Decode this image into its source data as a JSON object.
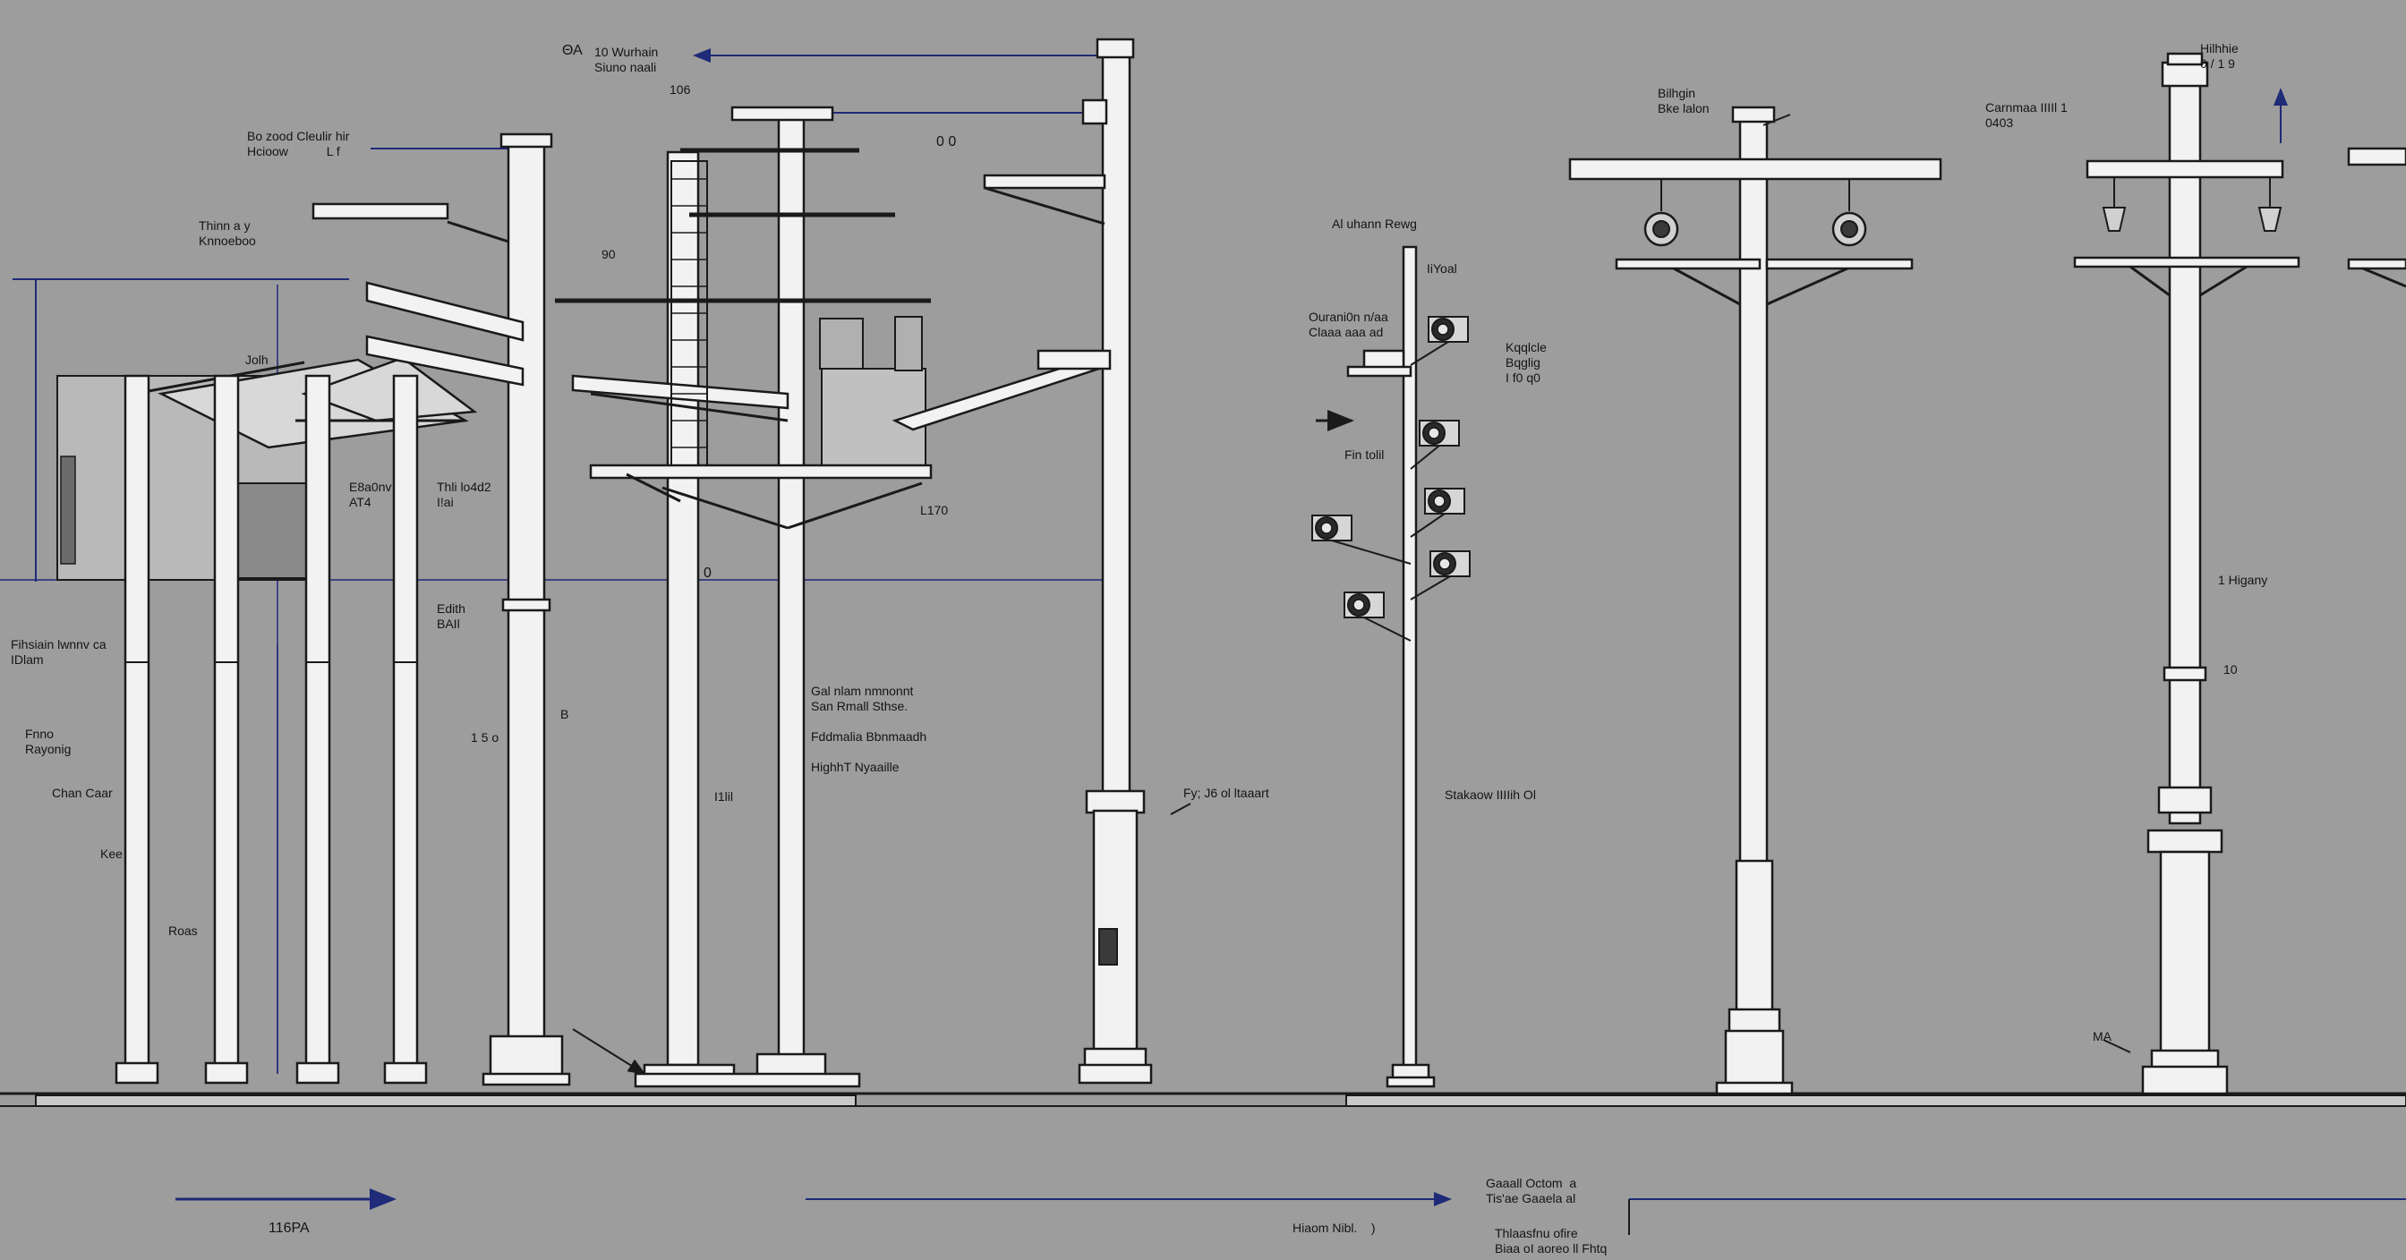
{
  "colors": {
    "background": "#9d9d9d",
    "pole_fill": "#f2f2f2",
    "outline": "#1a1a1a",
    "dimension_line": "#1f2a78"
  },
  "labels": {
    "top_left_code": "ΘΑ",
    "top_callout": "10 Wurhain\nSiuno naali",
    "top_num": "106",
    "dd": "0 0",
    "bell_callout": "Bo zood Cleulir hir\nHcioow           L f",
    "tinary_note": "Thinn a y\nKnnoeboo",
    "n_90": "90",
    "n_jolh": "Jolh",
    "mid_a": "E8a0nv\nAT4",
    "mid_b": "Thli lo4d2\nI!ai",
    "edith": "Edith\nBAIl",
    "left_a": "Fihsiain lwnnv ca\nIDlam",
    "left_b": "Fnno\nRayonig",
    "chan": "Chan Caar",
    "kee": "Kee",
    "hoas": "Roas",
    "n_15": "1 5 o",
    "n_b": "B",
    "n_0": "0",
    "l70": "L170",
    "iil": "I1lil",
    "gd_note": "Gal nlam nmnonnt\nSan Rmall Sthse.\n\nFddmalia Bbnmaadh\n\nHighhT Nyaaille",
    "fyj": "Fy; J6 ol ltaaart",
    "cam_title": "Al uhann Rewg",
    "cam_iyoal": "IiYoal",
    "cam_ourani": "Ourani0n n/aa\nClaaa aaa ad",
    "cam_right": "Kqqlcle\nBqglig\nI f0 q0",
    "cam_fin": "Fin tolil",
    "stall": "Stakaow IIIIih Ol",
    "bilhgln": "Bilhgin\nBke lalon",
    "cam_nili": "Carnmaa IIIIl 1\n0403",
    "hiwe": "Hilhhie\n0 / 1 9",
    "hagny": "1 Higany",
    "n_10": "10",
    "ma": "MA",
    "bottom_left": "116PA",
    "bottom_mid": "Hiaom Nibl.    )",
    "bottom_right_a": "Gaaall Octom  a\nTis'ae Gaaela al",
    "bottom_right_b": "Thlaasfnu ofire\nBiaa oI aoreo ll Fhtq"
  }
}
